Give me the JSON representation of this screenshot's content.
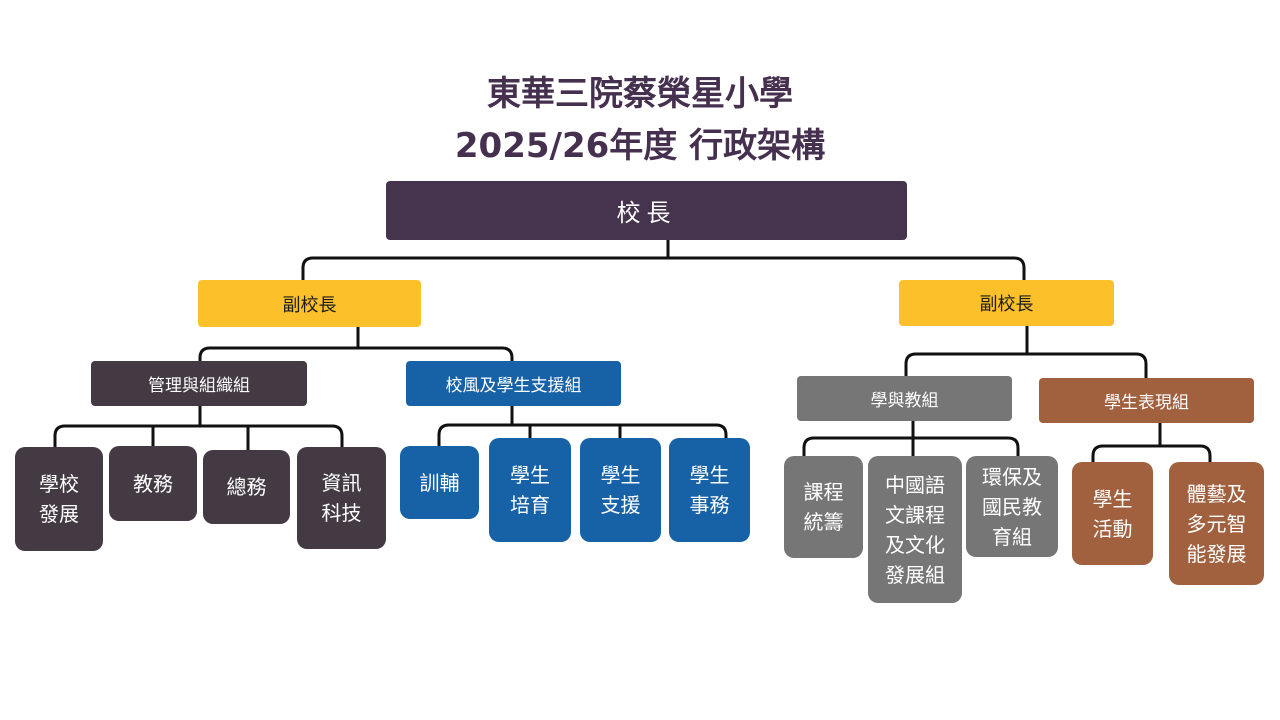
{
  "title": {
    "line1": "東華三院蔡榮星小學",
    "line2": "2025/26年度 行政架構"
  },
  "principal": "校長",
  "vice_principals": [
    "副校長",
    "副校長"
  ],
  "groups": {
    "management": "管理與組織組",
    "ethos_support": "校風及學生支援組",
    "learning_teaching": "學與教組",
    "performance": "學生表現組"
  },
  "units": {
    "school_dev": "學校\n發展",
    "academic_affairs": "教務",
    "general_affairs": "總務",
    "it": "資訊\n科技",
    "guidance": "訓輔",
    "student_nurture": "學生\n培育",
    "student_support": "學生\n支援",
    "student_affairs": "學生\n事務",
    "curriculum": "課程\n統籌",
    "chinese_culture": "中國語\n文課程\n及文化\n發展組",
    "env_civic": "環保及\n國民教\n育組",
    "activities": "學生\n活動",
    "sports_arts": "體藝及\n多元智\n能發展"
  },
  "colors": {
    "title": "#46304f",
    "principal": "#46344f",
    "vice_principal": "#fcc12a",
    "management": "#443a43",
    "ethos_support": "#1762a7",
    "learning_teaching": "#767676",
    "performance": "#a1603e",
    "connector": "#111111"
  }
}
